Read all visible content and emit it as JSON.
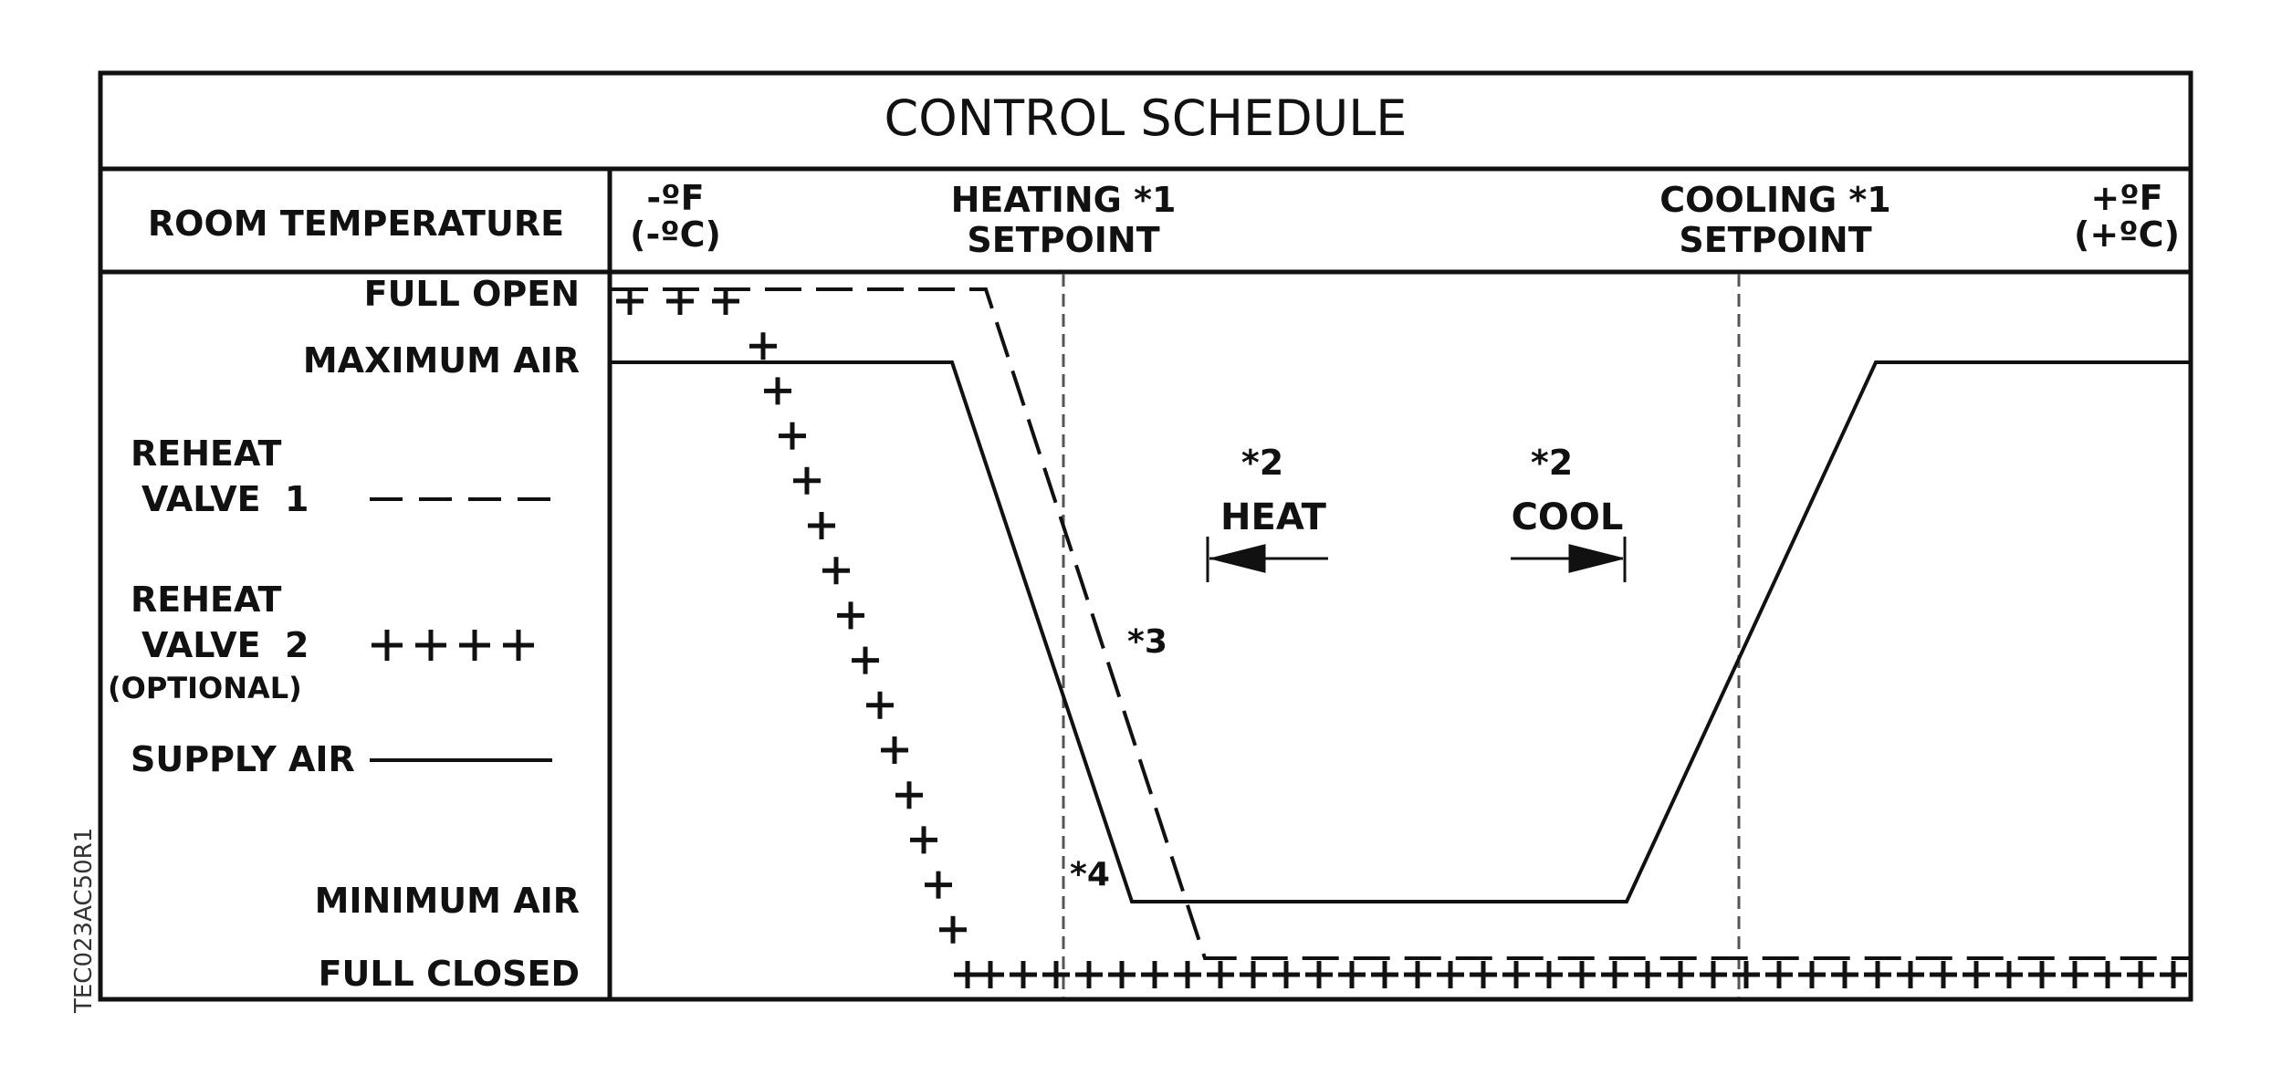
{
  "title": "CONTROL SCHEDULE",
  "header": {
    "row_label": "ROOM TEMPERATURE",
    "cold_end": [
      "-ºF",
      "(-ºC)"
    ],
    "heating_setpoint": [
      "HEATING *1",
      "SETPOINT"
    ],
    "cooling_setpoint": [
      "COOLING *1",
      "SETPOINT"
    ],
    "hot_end": [
      "+ºF",
      "(+ºC)"
    ]
  },
  "levels": {
    "full_open": "FULL OPEN",
    "maximum_air": "MAXIMUM AIR",
    "minimum_air": "MINIMUM AIR",
    "full_closed": "FULL CLOSED"
  },
  "legend": {
    "reheat_valve_1": [
      "REHEAT",
      "VALVE  1"
    ],
    "reheat_valve_2": [
      "REHEAT",
      "VALVE  2"
    ],
    "optional": "(OPTIONAL)",
    "supply_air": "SUPPLY AIR"
  },
  "annotations": {
    "heat_note": "*2",
    "heat": "HEAT",
    "cool_note": "*2",
    "cool": "COOL",
    "note3": "*3",
    "note4": "*4"
  },
  "side_code": "TEC023AC50R1",
  "colors": {
    "ink": "#111111",
    "guide": "#555555",
    "background": "#ffffff"
  }
}
